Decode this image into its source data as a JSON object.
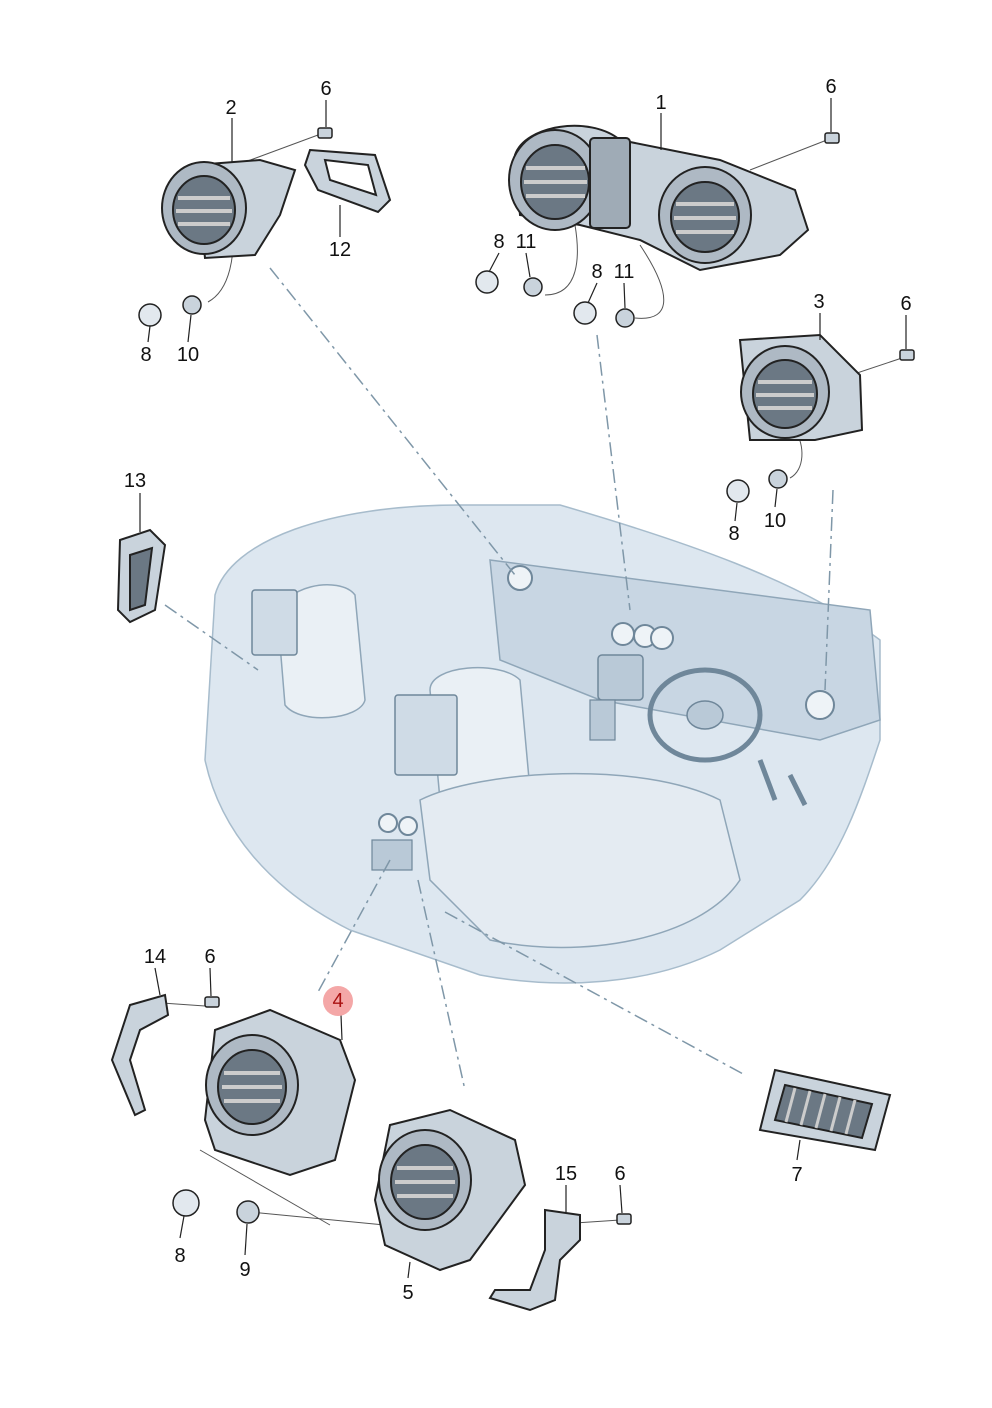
{
  "diagram": {
    "callouts": [
      {
        "id": "c1",
        "text": "1"
      },
      {
        "id": "c2",
        "text": "2"
      },
      {
        "id": "c3",
        "text": "3"
      },
      {
        "id": "c4",
        "text": "4",
        "selected": true
      },
      {
        "id": "c5",
        "text": "5"
      },
      {
        "id": "c6a",
        "text": "6"
      },
      {
        "id": "c6b",
        "text": "6"
      },
      {
        "id": "c6c",
        "text": "6"
      },
      {
        "id": "c6d",
        "text": "6"
      },
      {
        "id": "c6e",
        "text": "6"
      },
      {
        "id": "c7",
        "text": "7"
      },
      {
        "id": "c8a",
        "text": "8"
      },
      {
        "id": "c8b",
        "text": "8"
      },
      {
        "id": "c8c",
        "text": "8"
      },
      {
        "id": "c8d",
        "text": "8"
      },
      {
        "id": "c8e",
        "text": "8"
      },
      {
        "id": "c9",
        "text": "9"
      },
      {
        "id": "c10a",
        "text": "10"
      },
      {
        "id": "c10b",
        "text": "10"
      },
      {
        "id": "c11a",
        "text": "11"
      },
      {
        "id": "c11b",
        "text": "11"
      },
      {
        "id": "c12",
        "text": "12"
      },
      {
        "id": "c13",
        "text": "13"
      },
      {
        "id": "c14",
        "text": "14"
      },
      {
        "id": "c15",
        "text": "15"
      }
    ]
  },
  "colors": {
    "part_fill": "#c9d3dc",
    "part_stroke": "#222222",
    "interior_fill": "#dbe5ee",
    "interior_stroke": "#8fa6b8",
    "leader_line": "#7f97a8",
    "callout_highlight": "#f4a7a7"
  }
}
